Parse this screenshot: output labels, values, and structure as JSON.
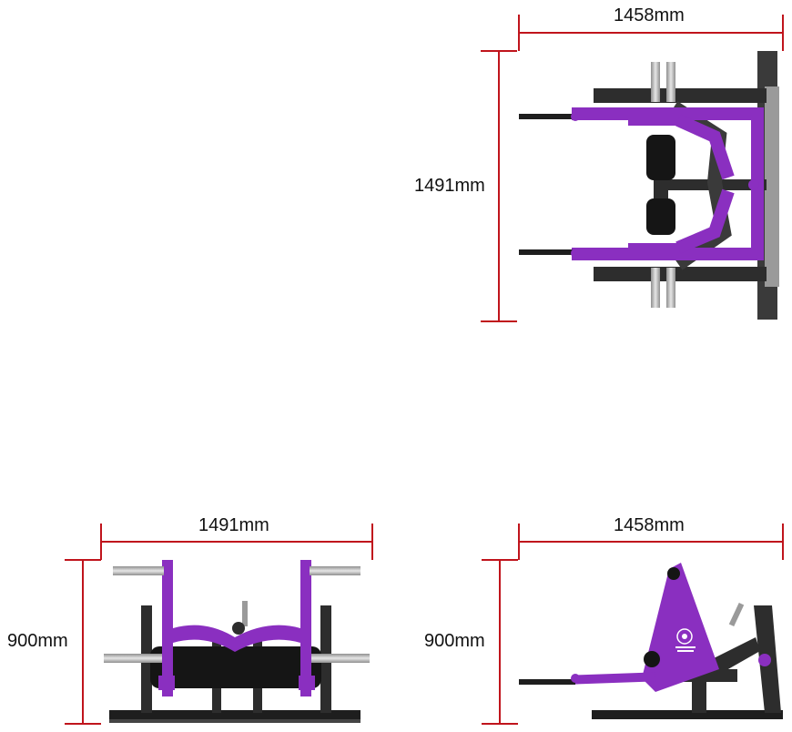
{
  "top_view": {
    "width_label": "1458mm",
    "depth_label": "1491mm"
  },
  "front_view": {
    "width_label": "1491mm",
    "height_label": "900mm"
  },
  "side_view": {
    "width_label": "1458mm",
    "height_label": "900mm"
  },
  "colors": {
    "dimension_line": "#c0141c",
    "frame": "#3a3a3a",
    "accent": "#8a2fc0",
    "pad": "#151515",
    "chrome": "#b8b8b8"
  },
  "icons": {
    "side_logo": "brand-logo-icon"
  }
}
